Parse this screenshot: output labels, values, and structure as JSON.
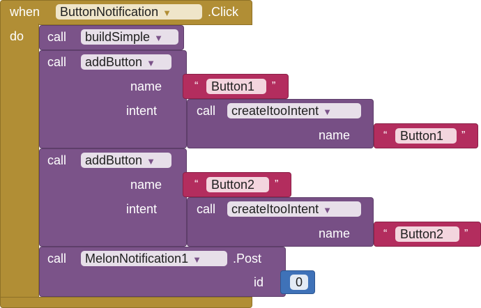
{
  "event": {
    "when_label": "when",
    "component": "ButtonNotification",
    "event_name": ".Click",
    "do_label": "do"
  },
  "blocks": {
    "call_label": "call",
    "build_simple": {
      "method": "buildSimple"
    },
    "add_button_1": {
      "method": "addButton",
      "name_label": "name",
      "name_value": "Button1",
      "intent_label": "intent",
      "intent_method": "createItooIntent",
      "intent_name_label": "name",
      "intent_name_value": "Button1"
    },
    "add_button_2": {
      "method": "addButton",
      "name_label": "name",
      "name_value": "Button2",
      "intent_label": "intent",
      "intent_method": "createItooIntent",
      "intent_name_label": "name",
      "intent_name_value": "Button2"
    },
    "post": {
      "component": "MelonNotification1",
      "method": ".Post",
      "id_label": "id",
      "id_value": "0"
    }
  },
  "glyphs": {
    "open_quote": "“",
    "close_quote": "”",
    "dropdown_arrow": "▼"
  },
  "colors": {
    "event": "#b18e35",
    "procedure": "#7b5389",
    "text": "#b32d5e",
    "number": "#3f72b8"
  }
}
